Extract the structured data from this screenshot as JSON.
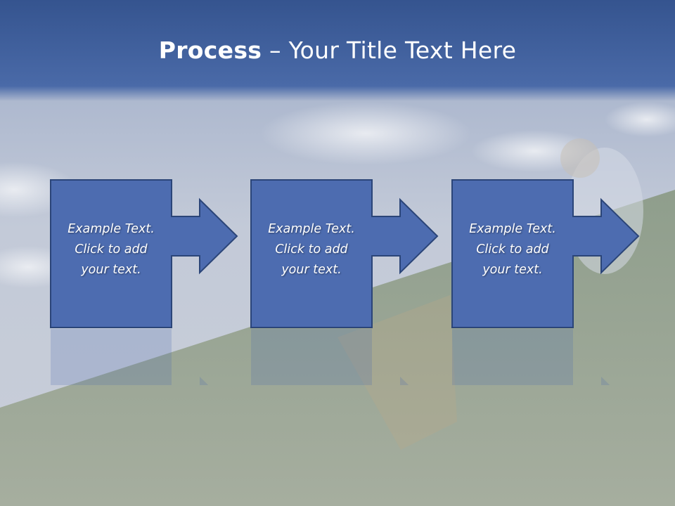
{
  "slide": {
    "title_bold": "Process",
    "title_rest": " – Your Title Text Here",
    "colors": {
      "header_blue": "#3a5a95",
      "box_fill": "#4d6cb0",
      "box_stroke": "#2b4578"
    },
    "steps": [
      {
        "line1": "Example Text.",
        "line2": "Click  to add",
        "line3": "your text."
      },
      {
        "line1": "Example Text.",
        "line2": "Click  to add",
        "line3": "your text."
      },
      {
        "line1": "Example Text.",
        "line2": "Click  to add",
        "line3": "your text."
      }
    ]
  }
}
